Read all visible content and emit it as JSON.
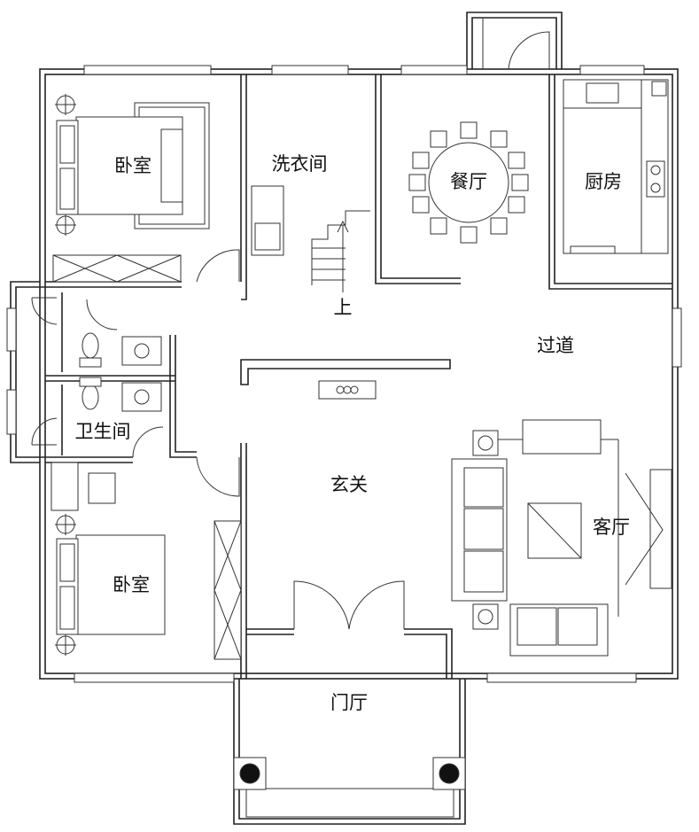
{
  "rooms": {
    "bedroom_top": "卧室",
    "laundry": "洗衣间",
    "dining": "餐厅",
    "kitchen": "厨房",
    "stairs_up": "上",
    "corridor": "过道",
    "bathroom": "卫生间",
    "foyer": "玄关",
    "living": "客厅",
    "bedroom_bottom": "卧室",
    "entrance_hall": "门厅"
  }
}
